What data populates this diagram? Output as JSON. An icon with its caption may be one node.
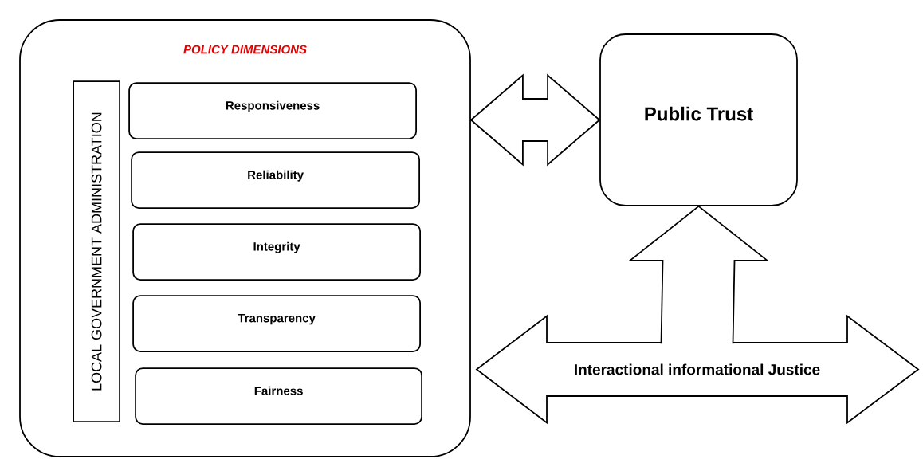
{
  "diagram": {
    "nodes": [
      {
        "text": [
          "POLICY DIMENSIONS"
        ]
      },
      {
        "text": [
          "LOCAL GOVERNMENT ADMINISTRATION"
        ],
        "in": 0
      },
      {
        "text": [
          "Responsiveness"
        ],
        "in": 0
      },
      {
        "text": [
          "Reliability"
        ],
        "in": 0
      },
      {
        "text": [
          "Integrity"
        ],
        "in": 0
      },
      {
        "text": [
          "Transparency"
        ],
        "in": 0
      },
      {
        "text": [
          "Fairness"
        ],
        "in": 0
      },
      {
        "text": [
          "Public Trust"
        ]
      },
      {
        "text": [
          "Interactional informational Justice"
        ]
      }
    ],
    "edges": [
      {
        "from": 0,
        "to": 7,
        "arrow": "both"
      },
      {
        "from": 8,
        "to": 7,
        "arrow": "to"
      }
    ]
  }
}
